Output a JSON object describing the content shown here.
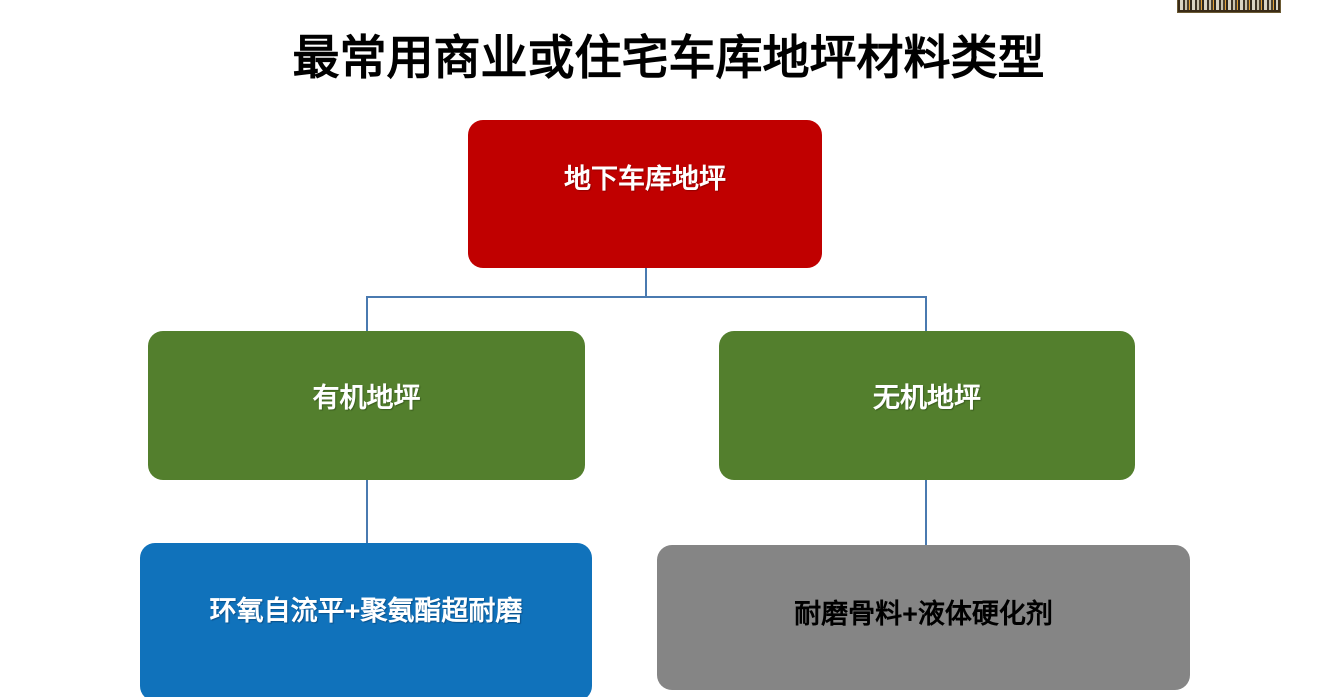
{
  "slide": {
    "title": "最常用商业或住宅车库地坪材料类型",
    "background_color": "#FFFFFF"
  },
  "corner_banner": {
    "name": "watermark-banner",
    "description": "cropped dark banner strip at top-right edge"
  },
  "diagram": {
    "type": "org-chart",
    "nodes": [
      {
        "id": "root",
        "label": "地下车库地坪",
        "fill": "#C00000",
        "text_color": "#FFFFFF",
        "level": 0
      },
      {
        "id": "branch-left",
        "label": "有机地坪",
        "fill": "#537F2D",
        "text_color": "#FFFFFF",
        "level": 1
      },
      {
        "id": "branch-right",
        "label": "无机地坪",
        "fill": "#537F2D",
        "text_color": "#FFFFFF",
        "level": 1
      },
      {
        "id": "leaf-left",
        "label": "环氧自流平+聚氨酯超耐磨",
        "fill": "#1072BB",
        "text_color": "#FFFFFF",
        "level": 2
      },
      {
        "id": "leaf-right",
        "label": "耐磨骨料+液体硬化剂",
        "fill": "#858585",
        "text_color": "#000000",
        "level": 2
      }
    ],
    "edges": [
      {
        "from": "root",
        "to": "branch-left"
      },
      {
        "from": "root",
        "to": "branch-right"
      },
      {
        "from": "branch-left",
        "to": "leaf-left"
      },
      {
        "from": "branch-right",
        "to": "leaf-right"
      }
    ],
    "connector_color": "#4A7AB0"
  }
}
